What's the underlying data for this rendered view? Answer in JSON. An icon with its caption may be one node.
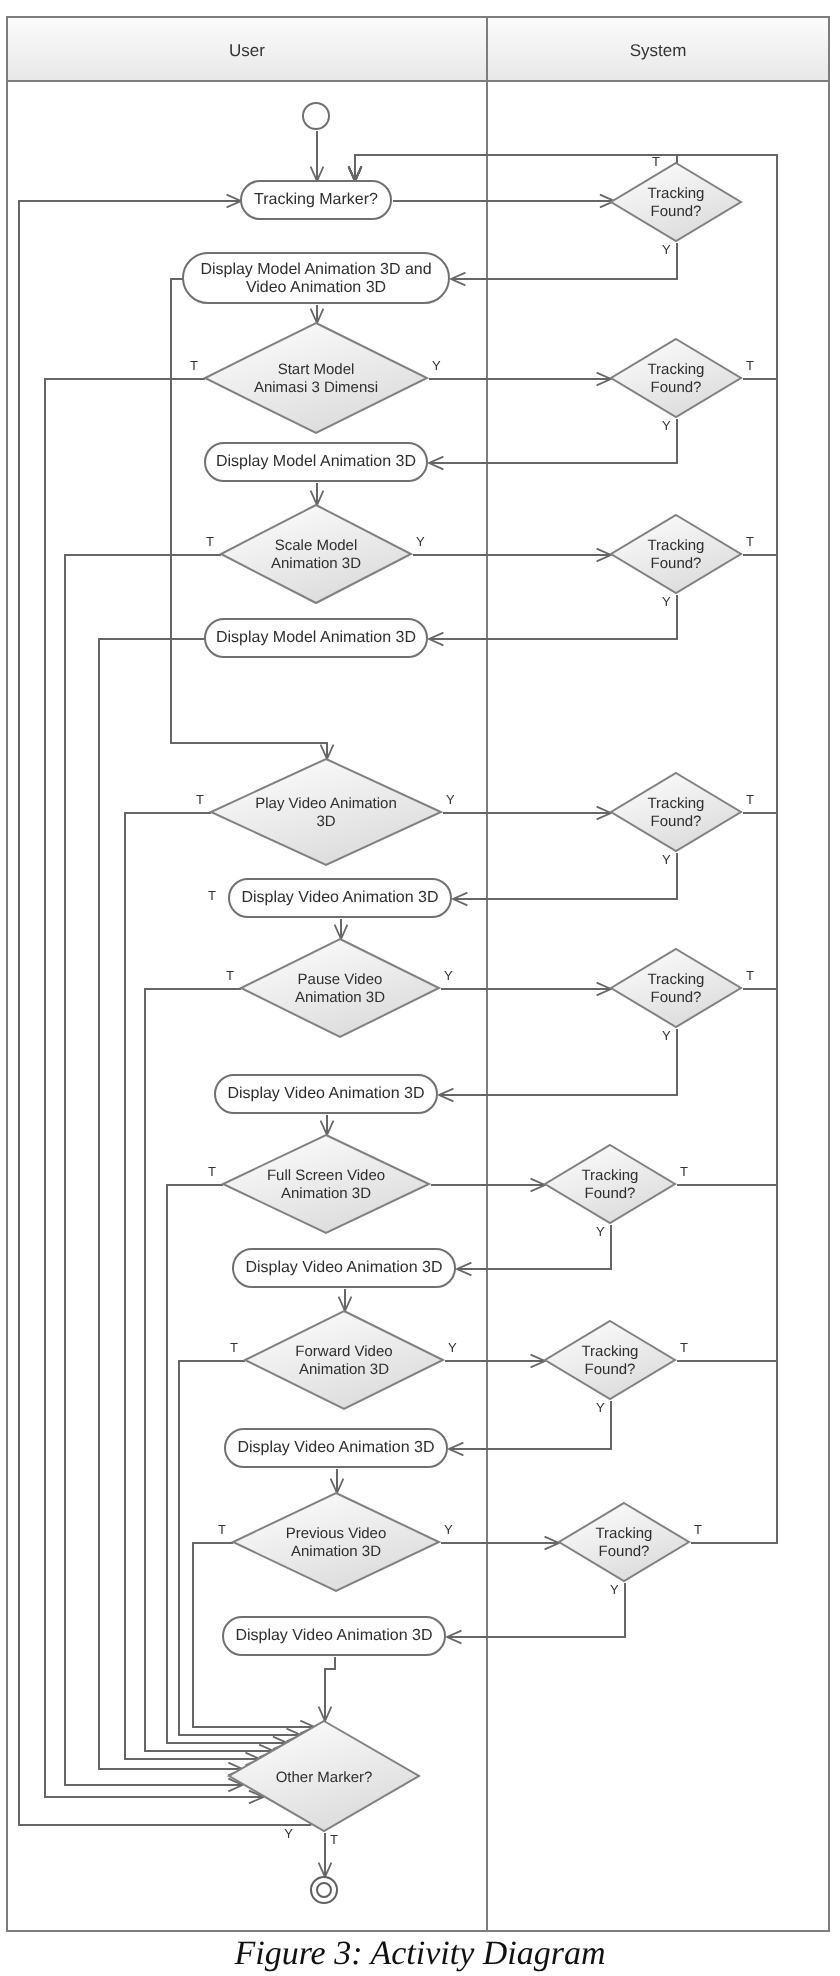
{
  "diagram": {
    "caption": "Figure 3: Activity Diagram",
    "nodes": [
      {
        "text": [
          "User"
        ]
      },
      {
        "text": [
          "System"
        ]
      },
      {
        "text": [],
        "shape": "circle",
        "in": 0
      },
      {
        "text": [
          "Tracking Marker?"
        ],
        "in": 0
      },
      {
        "text": [
          "Tracking Found?"
        ],
        "in": 1
      },
      {
        "text": [
          "Display Model Animation 3D and Video Animation 3D"
        ],
        "in": 0
      },
      {
        "text": [
          "Start Model Animasi 3 Dimensi"
        ],
        "in": 0
      },
      {
        "text": [
          "Tracking Found?"
        ],
        "in": 1
      },
      {
        "text": [
          "Display Model Animation 3D"
        ],
        "in": 0
      },
      {
        "text": [
          "Scale Model Animation 3D"
        ],
        "in": 0
      },
      {
        "text": [
          "Tracking Found?"
        ],
        "in": 1
      },
      {
        "text": [
          "Display Model Animation 3D"
        ],
        "in": 0
      },
      {
        "text": [
          "Play Video Animation 3D"
        ],
        "in": 0
      },
      {
        "text": [
          "Tracking Found?"
        ],
        "in": 1
      },
      {
        "text": [
          "Display Video Animation 3D"
        ],
        "in": 0
      },
      {
        "text": [
          "Pause Video Animation 3D"
        ],
        "in": 0
      },
      {
        "text": [
          "Tracking Found?"
        ],
        "in": 1
      },
      {
        "text": [
          "Display Video Animation 3D"
        ],
        "in": 0
      },
      {
        "text": [
          "Full Screen Video Animation 3D"
        ],
        "in": 0
      },
      {
        "text": [
          "Tracking Found?"
        ],
        "in": 1
      },
      {
        "text": [
          "Display Video Animation 3D"
        ],
        "in": 0
      },
      {
        "text": [
          "Forward Video Animation 3D"
        ],
        "in": 0
      },
      {
        "text": [
          "Tracking Found?"
        ],
        "in": 1
      },
      {
        "text": [
          "Display Video Animation 3D"
        ],
        "in": 0
      },
      {
        "text": [
          "Previous Video Animation 3D"
        ],
        "in": 0
      },
      {
        "text": [
          "Tracking Found?"
        ],
        "in": 1
      },
      {
        "text": [
          "Display Video Animation 3D"
        ],
        "in": 0
      },
      {
        "text": [
          "Other Marker?"
        ],
        "in": 0
      },
      {
        "text": [],
        "shape": "bullseye",
        "in": 0
      }
    ],
    "edges": [
      {
        "from": 2,
        "to": 3,
        "arrow": "to"
      },
      {
        "from": 3,
        "to": 4,
        "arrow": "to"
      },
      {
        "from": 4,
        "to": 5,
        "arrow": "to",
        "label": "Y"
      },
      {
        "from": 4,
        "to": 3,
        "arrow": "to",
        "label": "T"
      },
      {
        "from": 5,
        "to": 6,
        "arrow": "to"
      },
      {
        "from": 6,
        "to": 7,
        "arrow": "to",
        "label": "Y"
      },
      {
        "from": 6,
        "to": 27,
        "arrow": "to",
        "label": "T"
      },
      {
        "from": 7,
        "to": 8,
        "arrow": "to",
        "label": "Y"
      },
      {
        "from": 7,
        "to": 3,
        "arrow": "to",
        "label": "T"
      },
      {
        "from": 8,
        "to": 9,
        "arrow": "to"
      },
      {
        "from": 9,
        "to": 10,
        "arrow": "to",
        "label": "Y"
      },
      {
        "from": 9,
        "to": 27,
        "arrow": "to",
        "label": "T"
      },
      {
        "from": 10,
        "to": 11,
        "arrow": "to",
        "label": "Y"
      },
      {
        "from": 10,
        "to": 3,
        "arrow": "to",
        "label": "T"
      },
      {
        "from": 11,
        "to": 27,
        "arrow": "to"
      },
      {
        "from": 5,
        "to": 12,
        "arrow": "to"
      },
      {
        "from": 12,
        "to": 13,
        "arrow": "to",
        "label": "Y"
      },
      {
        "from": 12,
        "to": 27,
        "arrow": "to",
        "label": "T"
      },
      {
        "from": 13,
        "to": 14,
        "arrow": "to",
        "label": "Y"
      },
      {
        "from": 13,
        "to": 3,
        "arrow": "to",
        "label": "T"
      },
      {
        "from": 14,
        "to": 15,
        "arrow": "to"
      },
      {
        "from": 15,
        "to": 16,
        "arrow": "to",
        "label": "Y"
      },
      {
        "from": 15,
        "to": 27,
        "arrow": "to",
        "label": "T"
      },
      {
        "from": 16,
        "to": 17,
        "arrow": "to",
        "label": "Y"
      },
      {
        "from": 16,
        "to": 3,
        "arrow": "to",
        "label": "T"
      },
      {
        "from": 17,
        "to": 18,
        "arrow": "to"
      },
      {
        "from": 18,
        "to": 19,
        "arrow": "to"
      },
      {
        "from": 18,
        "to": 27,
        "arrow": "to",
        "label": "T"
      },
      {
        "from": 19,
        "to": 20,
        "arrow": "to",
        "label": "Y"
      },
      {
        "from": 19,
        "to": 3,
        "arrow": "to",
        "label": "T"
      },
      {
        "from": 20,
        "to": 21,
        "arrow": "to"
      },
      {
        "from": 21,
        "to": 22,
        "arrow": "to",
        "label": "Y"
      },
      {
        "from": 21,
        "to": 27,
        "arrow": "to",
        "label": "T"
      },
      {
        "from": 22,
        "to": 23,
        "arrow": "to",
        "label": "Y"
      },
      {
        "from": 22,
        "to": 3,
        "arrow": "to",
        "label": "T"
      },
      {
        "from": 23,
        "to": 24,
        "arrow": "to"
      },
      {
        "from": 24,
        "to": 25,
        "arrow": "to",
        "label": "Y"
      },
      {
        "from": 24,
        "to": 27,
        "arrow": "to",
        "label": "T"
      },
      {
        "from": 25,
        "to": 26,
        "arrow": "to",
        "label": "Y"
      },
      {
        "from": 25,
        "to": 3,
        "arrow": "to",
        "label": "T"
      },
      {
        "from": 26,
        "to": 27,
        "arrow": "to"
      },
      {
        "from": 27,
        "to": 3,
        "arrow": "to",
        "label": "Y"
      },
      {
        "from": 27,
        "to": 28,
        "arrow": "to",
        "label": "T"
      }
    ],
    "labels": [
      "T"
    ]
  }
}
